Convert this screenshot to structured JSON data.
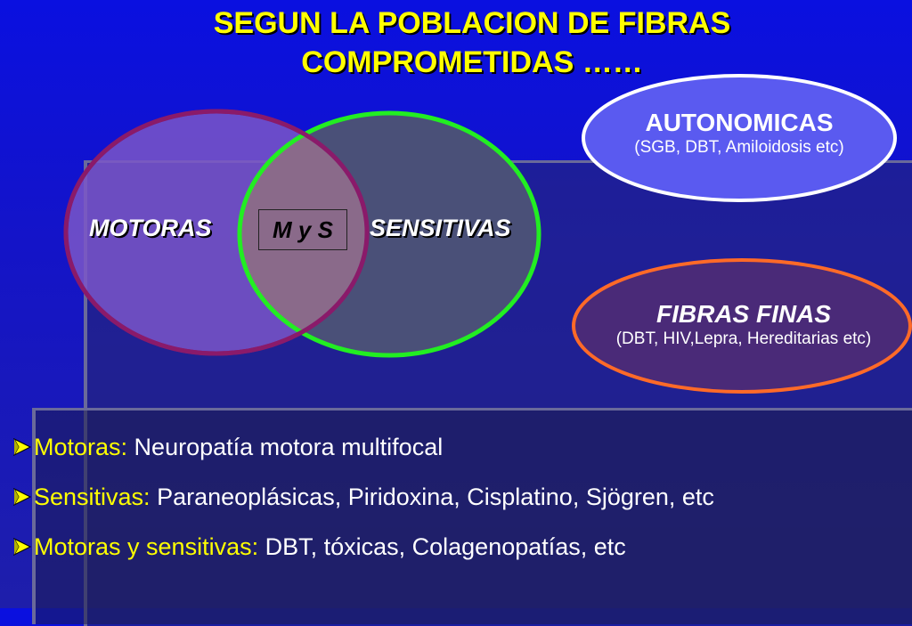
{
  "title": {
    "line1": "SEGUN LA POBLACION DE FIBRAS",
    "line2": "COMPROMETIDAS ……"
  },
  "venn": {
    "left_label": "MOTORAS",
    "right_label": "SENSITIVAS",
    "overlap_label": "M y S",
    "colors": {
      "left_fill": "#7a56c8",
      "left_stroke": "#8a1a6a",
      "right_fill": "#4a5078",
      "right_stroke": "#22ee22",
      "overlap_fill": "#8a6a8a"
    }
  },
  "autonomicas": {
    "title": "AUTONOMICAS",
    "subtitle": "(SGB, DBT, Amiloidosis etc)",
    "fill": "#5a5af0",
    "stroke": "#ffffff"
  },
  "fibras_finas": {
    "title": "FIBRAS FINAS",
    "subtitle": "(DBT, HIV,Lepra, Hereditarias etc)",
    "fill": "#4a2a78",
    "stroke": "#ff6a28"
  },
  "bullets": [
    {
      "label": "Motoras:",
      "text": " Neuropatía motora multifocal"
    },
    {
      "label": "Sensitivas:",
      "text": " Paraneoplásicas, Piridoxina, Cisplatino, Sjögren, etc"
    },
    {
      "label": "Motoras y sensitivas:",
      "text": " DBT, tóxicas, Colagenopatías, etc"
    }
  ],
  "bullet_icon": "arrow-bullet-icon",
  "accent_color": "#ffff00"
}
